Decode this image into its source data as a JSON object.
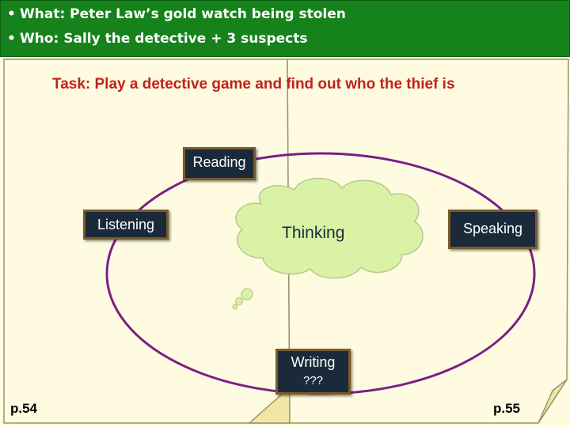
{
  "header": {
    "bullet": "•",
    "what": "What: Peter Law’s gold watch being stolen",
    "who": "Who: Sally the detective + 3 suspects"
  },
  "task": {
    "title": "Task: Play a detective game and find out who the thief is"
  },
  "skills": {
    "reading": "Reading",
    "listening": "Listening",
    "thinking": "Thinking",
    "speaking": "Speaking",
    "writing": "Writing",
    "writing_note": "???"
  },
  "pages": {
    "left": "p.54",
    "right": "p.55"
  },
  "colors": {
    "header_bg": "#16821c",
    "page_bg": "#fffbe0",
    "title_red": "#c0221c",
    "ellipse": "#7a1f86",
    "box_bg": "#1b2a3a",
    "cloud": "#d9f2a6"
  }
}
